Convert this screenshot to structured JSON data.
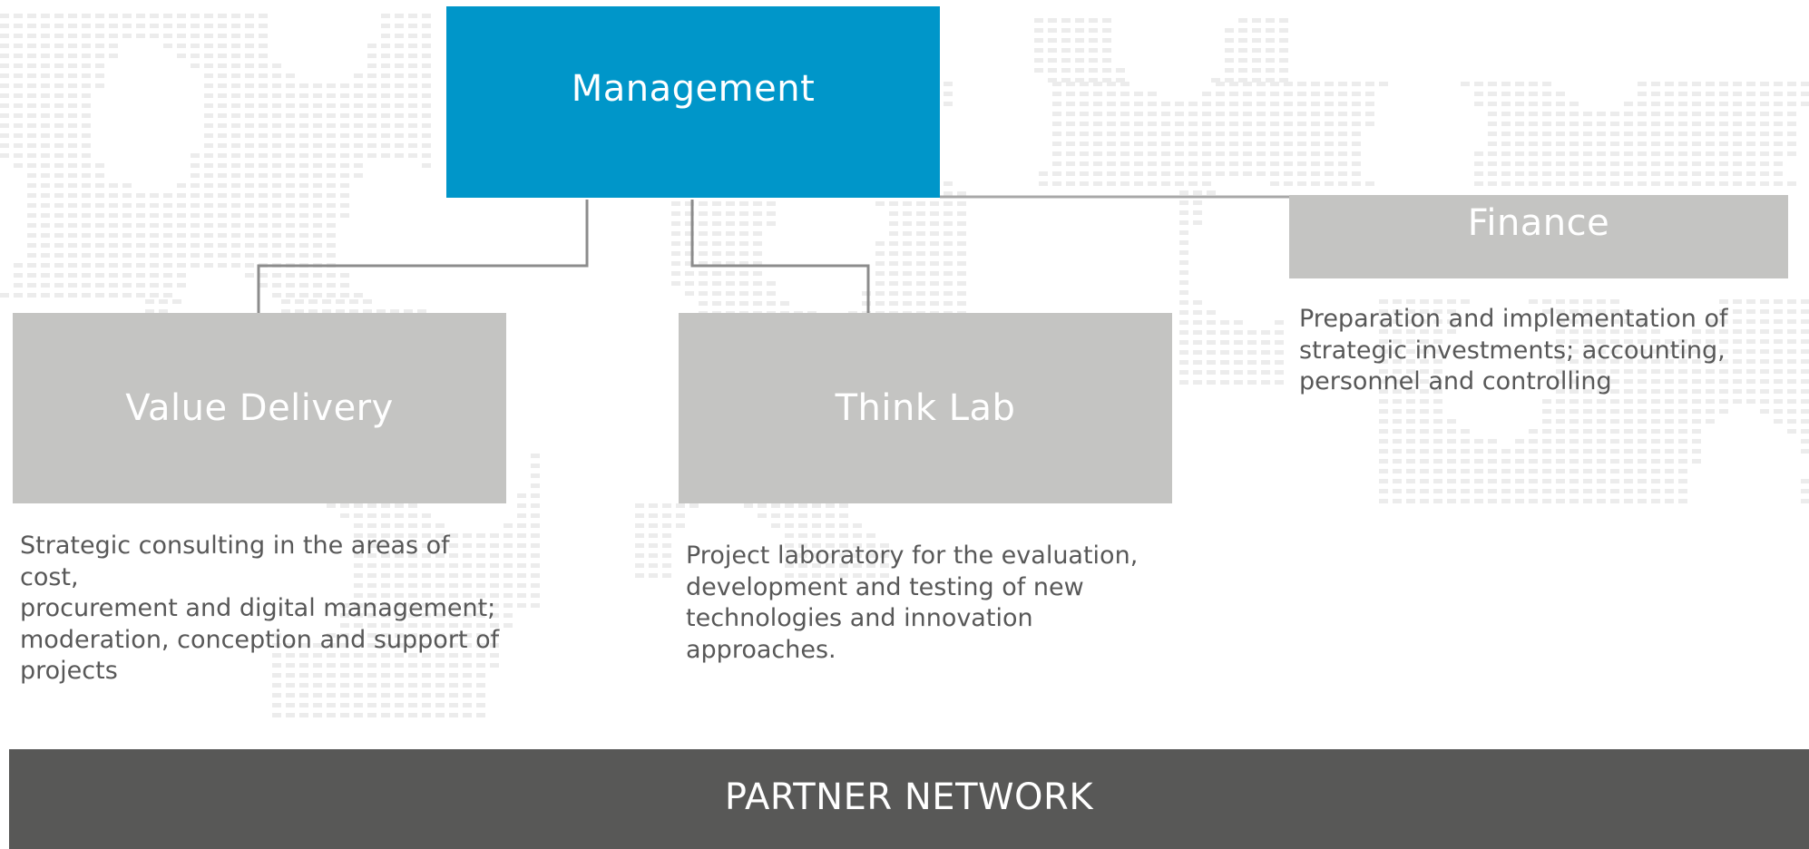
{
  "boxes": {
    "management": "Management",
    "value_delivery": "Value Delivery",
    "think_lab": "Think Lab",
    "finance": "Finance"
  },
  "descriptions": {
    "value_delivery": [
      "Strategic consulting in the areas of cost,",
      "procurement and digital management;",
      "moderation, conception and support of",
      "projects"
    ],
    "think_lab": [
      "Project laboratory for the evaluation,",
      "development and testing of new",
      "technologies and innovation",
      "approaches."
    ],
    "finance": [
      "Preparation and implementation of",
      "strategic investments; accounting,",
      "personnel and controlling"
    ]
  },
  "partner_network": "PARTNER NETWORK",
  "colors": {
    "management_box": "#0096c9",
    "unit_box": "#c4c4c2",
    "partner_band": "#585857",
    "description_text": "#585858",
    "connector": "#8c8c8c",
    "map_dots": "#ececec"
  }
}
